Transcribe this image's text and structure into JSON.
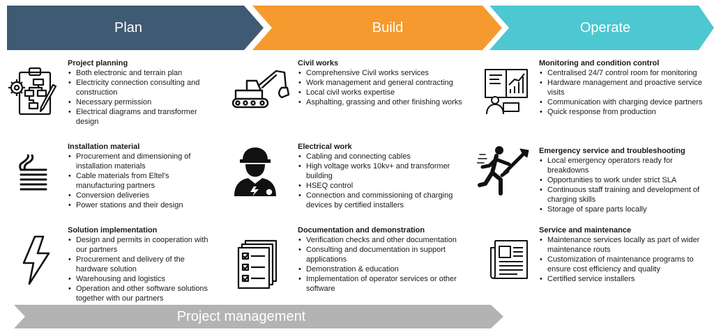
{
  "phases": {
    "plan": {
      "label": "Plan",
      "color": "#3f5a73"
    },
    "build": {
      "label": "Build",
      "color": "#f59a2f"
    },
    "operate": {
      "label": "Operate",
      "color": "#4dc7d1"
    }
  },
  "project_management": {
    "label": "Project management",
    "color": "#b3b3b3"
  },
  "plan": {
    "project_planning": {
      "title": "Project planning",
      "items": [
        "Both electronic and terrain plan",
        "Electricity connection consulting and construction",
        "Necessary permission",
        "Electrical diagrams and transformer design"
      ]
    },
    "installation_material": {
      "title": "Installation material",
      "items": [
        "Procurement and dimensioning of installation materials",
        "Cable materials  from Eltel's manufacturing partners",
        "Conversion deliveries",
        "Power stations and their design"
      ]
    },
    "solution_implementation": {
      "title": "Solution implementation",
      "items": [
        "Design and permits in cooperation with our partners",
        "Procurement and delivery of the hardware solution",
        "Warehousing and logistics",
        "Operation and other software solutions together with our partners"
      ]
    }
  },
  "build": {
    "civil_works": {
      "title": "Civil works",
      "items": [
        "Comprehensive Civil works services",
        "Work management and general contracting",
        "Local civil works expertise",
        "Asphalting, grassing and other finishing works"
      ]
    },
    "electrical_work": {
      "title": "Electrical work",
      "items": [
        "Cabling and connecting cables",
        "High voltage works 10kv+ and transformer building",
        "HSEQ control",
        "Connection and commissioning of charging devices by certified installers"
      ]
    },
    "documentation": {
      "title": "Documentation and demonstration",
      "items": [
        "Verification checks and other documentation",
        "Consulting and documentation in support applications",
        "Demonstration & education",
        "Implementation of operator services or other software"
      ]
    }
  },
  "operate": {
    "monitoring": {
      "title": "Monitoring and condition control",
      "items": [
        "Centralised 24/7 control room for monitoring",
        "Hardware management and proactive service visits",
        "Communication with charging device partners",
        "Quick response from production"
      ]
    },
    "emergency": {
      "title": "Emergency service and troubleshooting",
      "items": [
        "Local emergency operators ready for breakdowns",
        "Opportunities to work under strict SLA",
        "Continuous staff training and development of charging skills",
        "Storage of spare parts locally"
      ]
    },
    "service": {
      "title": "Service and maintenance",
      "items": [
        "Maintenance services locally as part of wider maintenance routs",
        "Customization of maintenance programs to ensure cost efficiency and quality",
        "Certified service installers"
      ]
    }
  },
  "icons": {
    "planning": "planning-clipboard-gear-icon",
    "cable": "cable-coil-icon",
    "lightning": "lightning-bolt-icon",
    "excavator": "excavator-icon",
    "electrician": "electrician-worker-icon",
    "documents": "checklist-documents-icon",
    "monitoring": "monitoring-screen-icon",
    "emergency": "running-mechanic-wrench-icon",
    "newspaper": "newspaper-report-icon"
  }
}
